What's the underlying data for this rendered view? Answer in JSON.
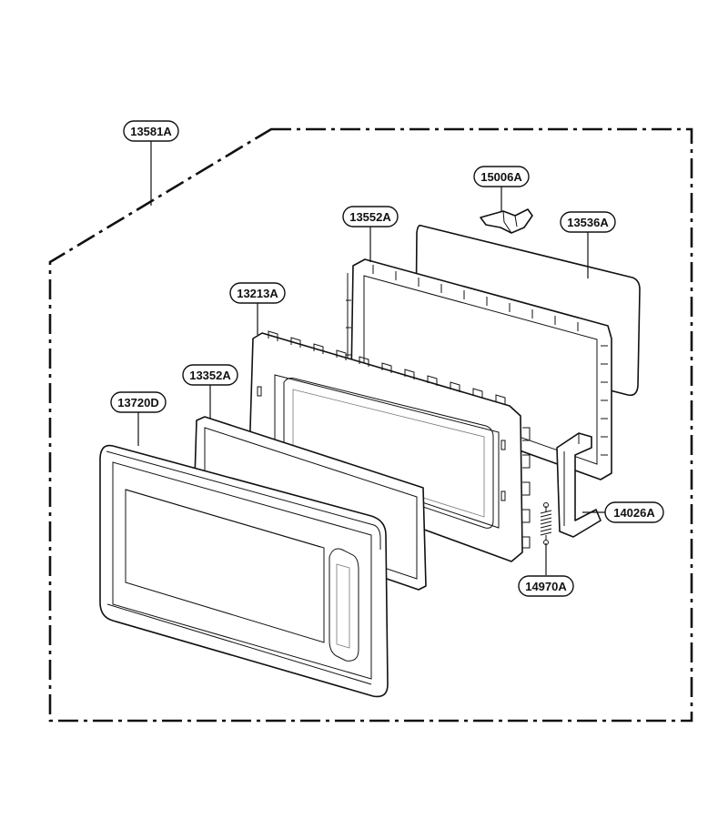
{
  "callouts": [
    {
      "id": "assembly",
      "label": "13581A"
    },
    {
      "id": "latch-clip",
      "label": "15006A"
    },
    {
      "id": "door-frame",
      "label": "13552A"
    },
    {
      "id": "door-glass",
      "label": "13536A"
    },
    {
      "id": "door-panel",
      "label": "13213A"
    },
    {
      "id": "choke-cover",
      "label": "13352A"
    },
    {
      "id": "door-trim",
      "label": "13720D"
    },
    {
      "id": "latch-lever",
      "label": "14026A"
    },
    {
      "id": "latch-spring",
      "label": "14970A"
    }
  ]
}
